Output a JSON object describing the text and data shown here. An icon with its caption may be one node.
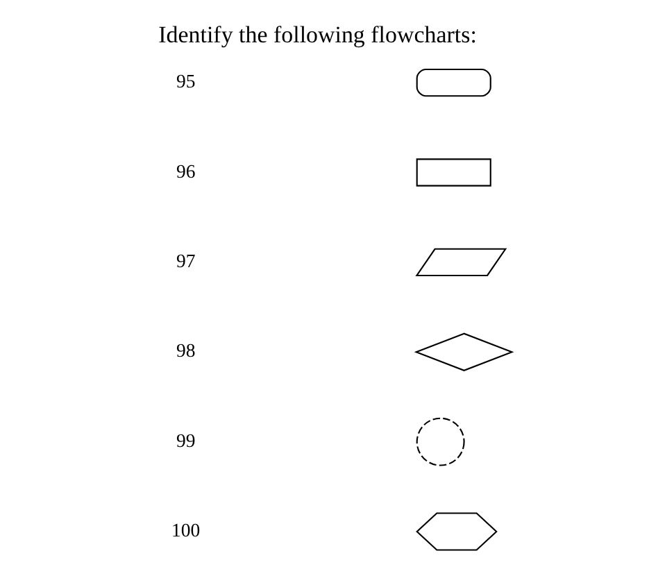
{
  "diagram": {
    "title": "Identify the following flowcharts:",
    "nodes": [
      {
        "text": [],
        "shape": "rounded-box"
      },
      {
        "text": [],
        "shape": "box"
      },
      {
        "text": [],
        "shape": "parallelogram"
      },
      {
        "text": [],
        "shape": "diamond"
      },
      {
        "text": [],
        "shape": "circle"
      },
      {
        "text": [],
        "shape": "hexagon"
      }
    ],
    "edges": [],
    "labels": [
      "95",
      "96",
      "97",
      "98",
      "99",
      "100"
    ]
  }
}
